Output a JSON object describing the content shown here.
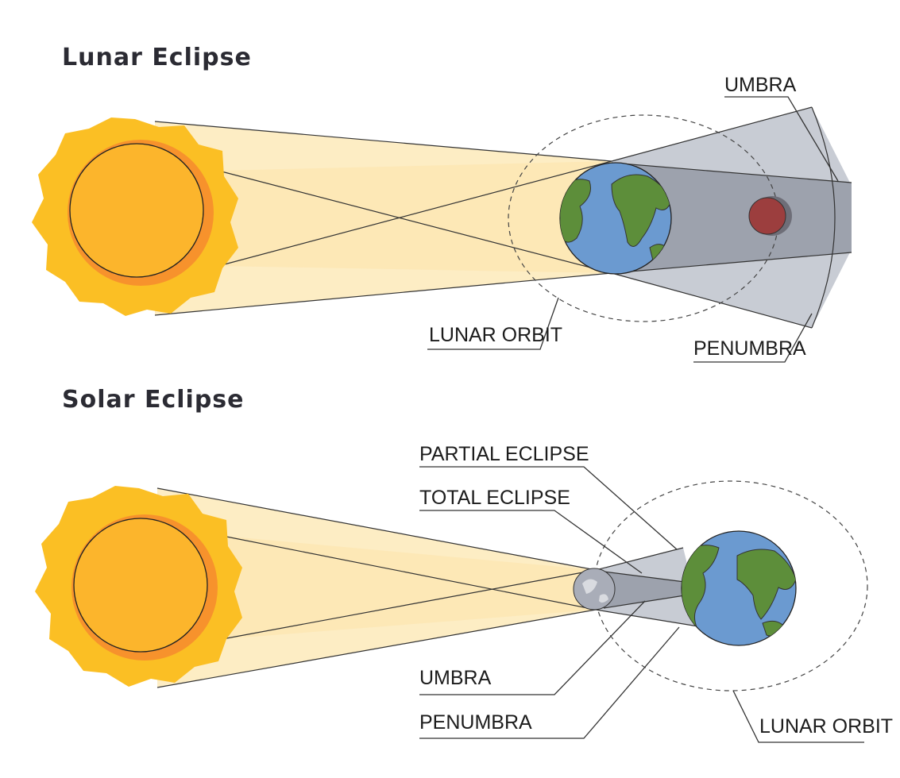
{
  "lunar": {
    "title": "Lunar Eclipse",
    "labels": {
      "umbra": "UMBRA",
      "penumbra": "PENUMBRA",
      "orbit": "LUNAR ORBIT"
    }
  },
  "solar": {
    "title": "Solar Eclipse",
    "labels": {
      "partial": "PARTIAL ECLIPSE",
      "total": "TOTAL ECLIPSE",
      "umbra": "UMBRA",
      "penumbra": "PENUMBRA",
      "orbit": "LUNAR ORBIT"
    }
  },
  "colors": {
    "sun_corona": "#fbbf24",
    "sun_ring": "#f7922c",
    "sun_core": "#fcb52c",
    "light_beam": "#fdedc4",
    "ocean": "#6b9ad0",
    "land": "#5d8e3a",
    "blood_moon": "#9c3e3e",
    "gray_moon": "#a9adb8",
    "umbra": "#9da2ad",
    "penumbra": "#c8ccd4"
  }
}
